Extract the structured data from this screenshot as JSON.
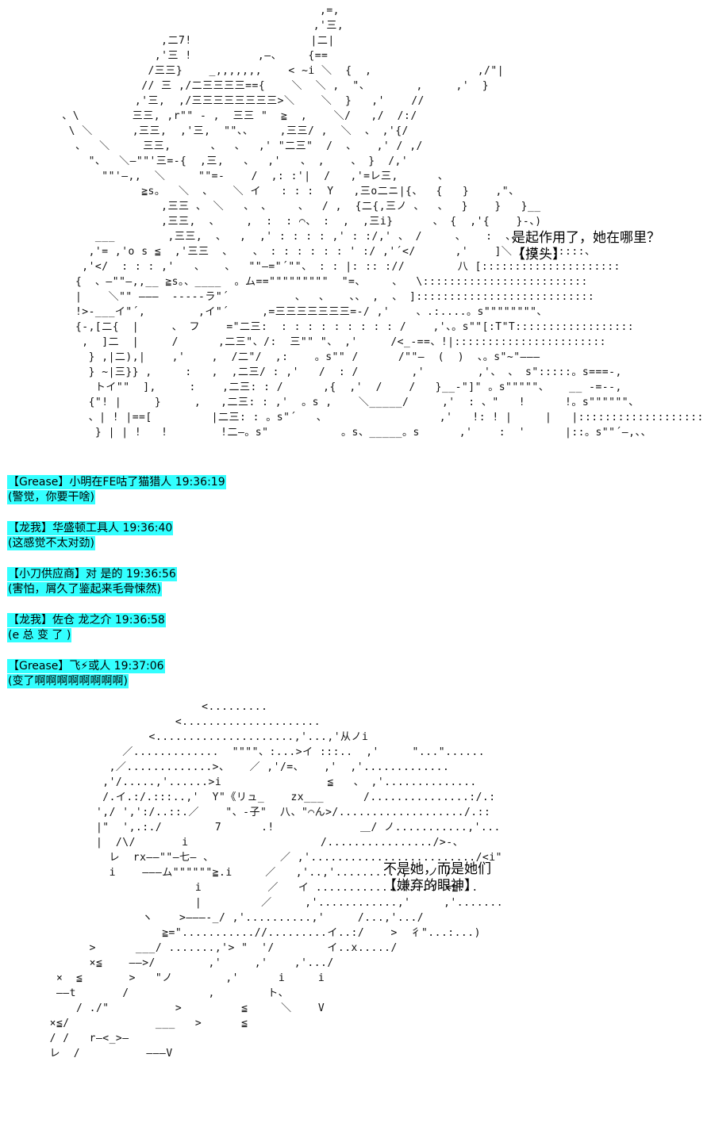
{
  "ascii_art": {
    "top": [
      "                                              ,=,",
      "                                             ,'三,",
      "                      ,二7!                  |二|",
      "                     ,'三 !          ,—、    {==",
      "                    /三三}    _,,,,,,,    < ~i ＼  {  ,                ,/\"|",
      "                   // 三 ,/二三三三三=={    ＼  ＼ ,  \"、       ,     ,'  }",
      "                  ,'三,  ,/三三三三三三三三>＼    ＼  }   ,'    //",
      "       、\\        三三, ,r\"\" - ,  三三 \"  ≧  ,    ＼/   ,/  /:/",
      "        \\ ＼      ,三三,  ,'三,  \"\"、、    ,三三/ ,  ＼  、 ,'{/",
      "         、  ＼     三三,      、  、  ,' \"二三\"  /  、   ,' / ,/",
      "           \"、  ＼—\"\"'三=-{  ,三,   、  ,'   、 ,    、 }  /,'",
      "             \"\"'—,,  ＼     \"\"=-    /  ,: :'|  /   ,'=レ三,      、",
      "                   ≧s。  ＼  、   ＼ イ   : : :  Y   ,三o二ニ|{、  {   }    ,\"、",
      "                      ,三三 、 ＼   、 、    、  / ,  {二{,三ノ 、  、  }    }   }__",
      "                      ,三三,  、    ,  :  : ⌒、 :  ,  ,三i}      、 {  ,'{    }-、)",
      "            ___        ,三三,  、  ,  ,' : : : : ,' : :/,' 、 /     、   :  、、",
      "           ,'= ,'o s ≦  ,'三三  、   、 : : : : : : ' :/ ,'´</      ,'    ]＼ /:::::::::、",
      "          ,'</  : : : ,'   、   、  \"\"—=\"´\"\"、 : : |: :: ://        八 [:::::::::::::::::::::",
      "         {  、—\"\"—,,__ ≧s。、____  。ム==\"\"\"\"\"\"\"\"\"  \"=、    、  \\:::::::::::::::::::::::::",
      "         |    ＼\"\" ———  -----ラ\"´          、  、   、、 ,  、 ]:::::::::::::::::::::::::::",
      "         !>-___イ\"´,        ,イ\"´     ,=三三三三三三三=-/ ,'    、.:....。s\"\"\"\"\"\"\"\"、",
      "         {-,[二{  |     、 フ    =\"二三:  : : : : : : : : : /    ,'、。s\"\"[:T\"T::::::::::::::::::",
      "          ,  ]二  |     /      ,二三\"、/:  三\"\" \"、 ,'     /<_-==、!|:::::::::::::::::::::::",
      "           } ,|二),|    ,'    ,  /二\"/  ,:    。s\"\" /      /\"\"—  (  )  、。s\"~\"———",
      "           } ~|三}} ,     :   ,  ,二三/ : ,'   /  : /        ,'        ,'、 、 s\":::::。s===-,",
      "            トイ\"\"  ],     :    ,二三: : /      ,{  ,'  /    /   }__-\"]\" 。s\"\"\"\"\"、   __ -=--,",
      "           {\"! |     }     ,   ,二三: : ,'  。s ,    ＼_____/     ,'  : 、\"   !      !。s\"\"\"\"\"\"、",
      "           、| ! |==[         |二三: : 。s\"´   、                 ,'   !: ! |     |   |:::::::::::::::::::",
      "            } | | !   !        !二—。s\"           。s、_____。s      ,'    :  '      |::。s\"\"´—,、、"
    ],
    "bottom": [
      "                         <.........",
      "                     <.....................",
      "                 <.....................,'...,'从ノi",
      "             ／.............  \"\"\"\"、:...>イ :::..  ,'     \"...\"......",
      "           ,／.............>、   ／ ,'/=、   ,'  ,'.............",
      "          ,'/.....,'......>i                ≦   、 ,'..............",
      "          /.イ.:/.:::..,'  Y\"《リュ_    zx___      /...............:/.:",
      "         ',/ ',':/..::.／    \"、-子\"  八、\"⌒ん>/.................../.::",
      "         |\"  ',.:./        7      .!             ＿/ ノ...........,'...",
      "         |  /\\/       i                    /................/>-、",
      "           レ  rx——\"\"—七— 、          ／ ,'........................./<i\"",
      "           i    ———ム\"\"\"\"\"\"≧.i     ／   ,'..,'..........,'  ノ /",
      "                        i          ／   イ .................イ-=≦...",
      "                        |         ／     ,'............,'     ,'.......",
      "                ヽ    >———-_/ ,'..........,'     /...,'.../",
      "                   ≧=\"...........//.........イ..:/    >  彳\"...:...)",
      "        >      ___/ .......,'> \"  '/        イ..x...../",
      "        ×≦    ——>/        ,'     ,'    ,'.../",
      "   ×  ≦       >   \"ノ        ,'      i     i",
      "   ——t       /            ,        ト、",
      "      / ./\"          >         ≦     ＼    V",
      "  ×≦/             ___   >      ≦",
      "  / /   r—<_>—",
      "  レ  /          ———V"
    ]
  },
  "speech_top": {
    "line1": "是起作用了，她在哪里？",
    "line2": "【摸头】"
  },
  "chat_log": [
    {
      "header": "【Grease】小明在FE咕了猫猎人 19:36:19",
      "message": "(警觉，你要干啥)"
    },
    {
      "header": "【龙我】华盛顿工具人 19:36:40",
      "message": "(这感觉不太对劲)"
    },
    {
      "header": "【小刀供应商】对 是的 19:36:56",
      "message": "(害怕，屑久了鉴起来毛骨悚然)"
    },
    {
      "header": "【龙我】佐仓 龙之介 19:36:58",
      "message": "(e 总 变 了 )"
    },
    {
      "header": "【Grease】飞⚡或人 19:37:06",
      "message": "(变了啊啊啊啊啊啊啊啊)"
    }
  ],
  "speech_bottom": {
    "line1": "不是她，而是她们",
    "line2": "【嫌弃的眼神】"
  },
  "colors": {
    "chat_highlight": "#33ffff",
    "background": "#ffffff",
    "text": "#000000"
  }
}
